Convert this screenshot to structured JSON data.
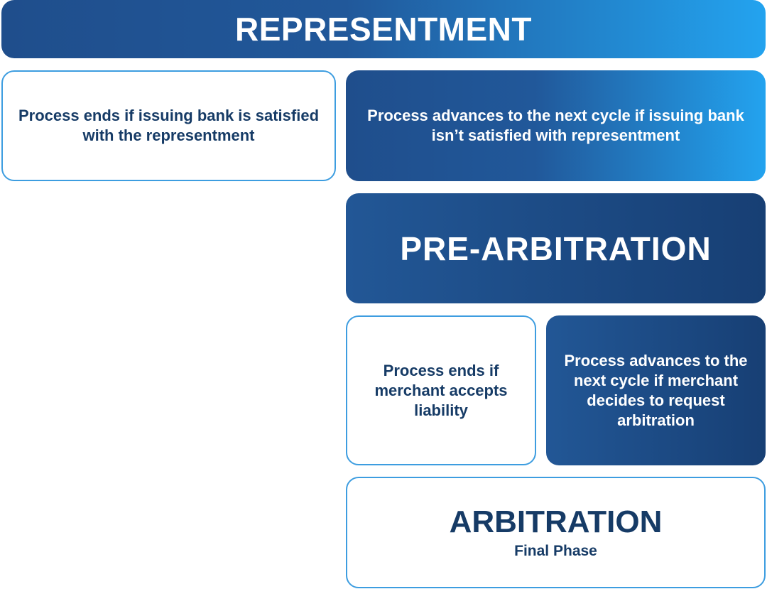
{
  "representment": {
    "title": "REPRESENTMENT",
    "ends_text": "Process ends if issuing bank is satisfied with the representment",
    "advances_text": "Process advances to the next cycle if issuing bank isn’t satisfied with representment"
  },
  "pre_arbitration": {
    "title": "PRE-ARBITRATION",
    "ends_text": "Process ends if merchant accepts liability",
    "advances_text": "Process advances to the next cycle if merchant decides to request arbitration"
  },
  "arbitration": {
    "title": "ARBITRATION",
    "subtitle": "Final Phase"
  },
  "colors": {
    "dark_navy": "#1f4e8c",
    "light_blue": "#23a3ef",
    "text_navy": "#163b66",
    "outline_blue": "#3d9de0"
  }
}
